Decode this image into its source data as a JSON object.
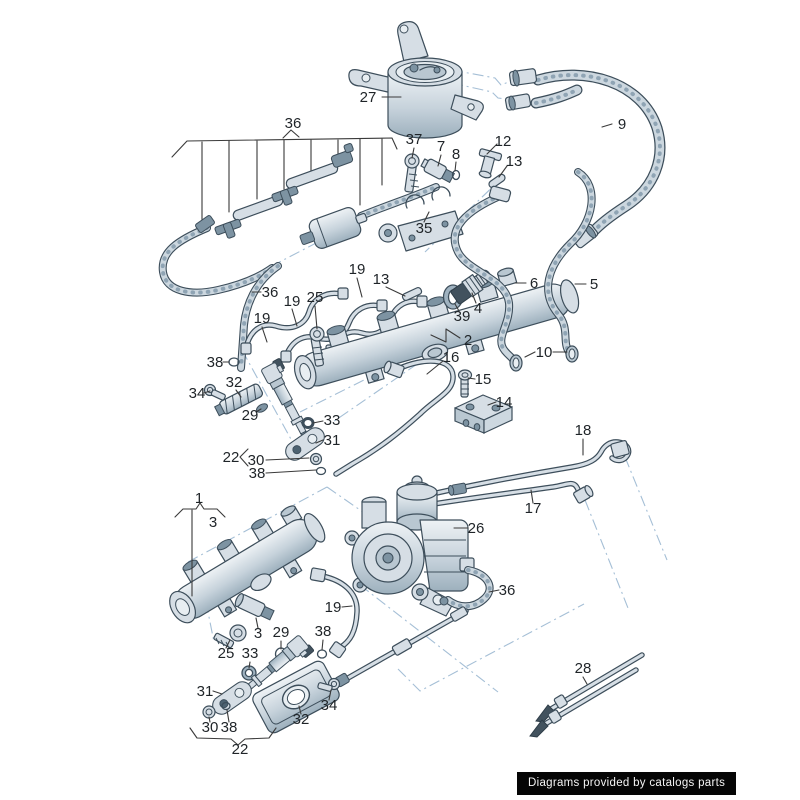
{
  "badge": {
    "text": "Diagrams provided by catalogs parts"
  },
  "callouts": [
    "36",
    "27",
    "9",
    "37",
    "7",
    "8",
    "12",
    "13",
    "35",
    "36",
    "19",
    "19",
    "25",
    "19",
    "13",
    "39",
    "4",
    "2",
    "6",
    "5",
    "10",
    "16",
    "15",
    "14",
    "18",
    "17",
    "26",
    "36",
    "38",
    "32",
    "34",
    "29",
    "33",
    "31",
    "22",
    "30",
    "38",
    "1",
    "3",
    "19",
    "3",
    "25",
    "33",
    "29",
    "38",
    "31",
    "30",
    "38",
    "22",
    "32",
    "34",
    "28"
  ],
  "colors": {
    "part_outline": "#3d4e5b",
    "part_fill_light": "#eef2f5",
    "part_fill_mid": "#c6d2db",
    "part_fill_dark": "#9db0bd",
    "guide_line": "#a5bfd6",
    "leader_line": "#3a3a3a",
    "label_text": "#1f2428",
    "badge_background": "#050505",
    "badge_text": "#f5f5f5",
    "background": "#ffffff"
  }
}
